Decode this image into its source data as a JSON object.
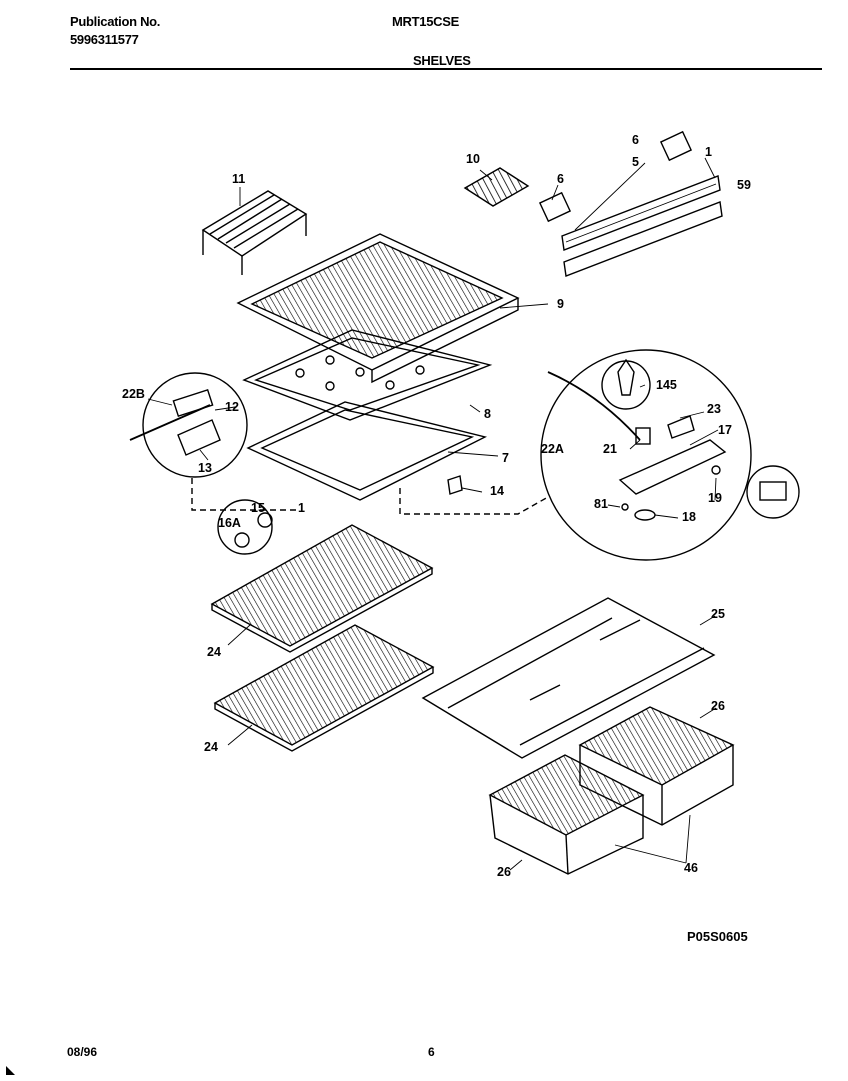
{
  "header": {
    "publication_label": "Publication No.",
    "publication_number": "5996311577",
    "model": "MRT15CSE",
    "section": "SHELVES"
  },
  "callouts": {
    "c1": "1",
    "c5": "5",
    "c6a": "6",
    "c6b": "6",
    "c10": "10",
    "c11": "11",
    "c59": "59",
    "c9": "9",
    "c8": "8",
    "c7": "7",
    "c14": "14",
    "c22B": "22B",
    "c12": "12",
    "c13": "13",
    "c15": "15",
    "c16A": "16A",
    "c1b": "1",
    "c145": "145",
    "c23": "23",
    "c17": "17",
    "c21": "21",
    "c22A": "22A",
    "c19": "19",
    "c81": "81",
    "c18": "18",
    "c25": "25",
    "c24a": "24",
    "c24b": "24",
    "c26a": "26",
    "c26b": "26",
    "c46": "46"
  },
  "diagram_code": "P05S0605",
  "footer": {
    "date": "08/96",
    "page": "6"
  }
}
